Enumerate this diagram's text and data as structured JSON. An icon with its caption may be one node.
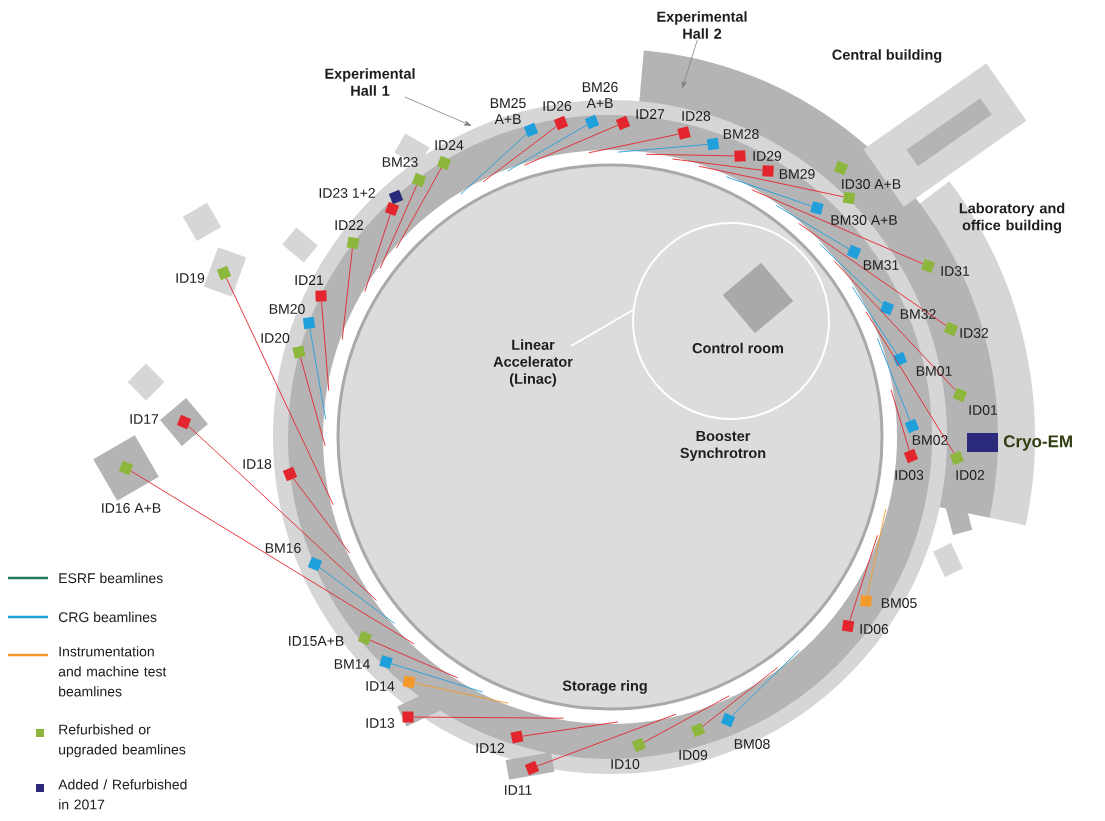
{
  "diagram": {
    "nodes": [
      {
        "text": [
          "Experimental Hall 1"
        ]
      },
      {
        "text": [
          "Experimental Hall 2"
        ]
      },
      {
        "text": [],
        "shape": "box",
        "beside": [
          "ID19"
        ]
      },
      {
        "text": [],
        "shape": "box",
        "beside": [
          "ID21"
        ]
      },
      {
        "text": [],
        "shape": "box",
        "beside": [
          "BM20"
        ]
      },
      {
        "text": [],
        "shape": "box",
        "beside": [
          "ID20"
        ]
      },
      {
        "text": [],
        "shape": "box",
        "beside": [
          "ID22"
        ]
      },
      {
        "text": [],
        "shape": "box",
        "beside": [
          "ID23 1+2"
        ]
      },
      {
        "text": [],
        "shape": "box"
      },
      {
        "text": [],
        "shape": "box",
        "beside": [
          "BM23"
        ]
      },
      {
        "text": [],
        "shape": "box",
        "beside": [
          "ID24"
        ]
      },
      {
        "text": [],
        "shape": "box",
        "beside": [
          "BM25 A+B"
        ]
      },
      {
        "text": [],
        "shape": "box",
        "beside": [
          "ID26"
        ]
      },
      {
        "text": [],
        "shape": "box",
        "beside": [
          "BM26 A+B"
        ]
      },
      {
        "text": [],
        "shape": "box",
        "beside": [
          "ID27"
        ]
      },
      {
        "text": [],
        "shape": "box",
        "beside": [
          "ID28"
        ]
      },
      {
        "text": [],
        "shape": "box",
        "beside": [
          "BM28"
        ]
      },
      {
        "text": [],
        "shape": "box",
        "beside": [
          "ID29"
        ]
      },
      {
        "text": [],
        "shape": "box",
        "beside": [
          "BM29"
        ]
      },
      {
        "text": [],
        "shape": "box",
        "beside": [
          "ID30 A+B"
        ]
      },
      {
        "text": [],
        "shape": "box"
      },
      {
        "text": [],
        "shape": "box",
        "beside": [
          "BM30 A+B"
        ]
      },
      {
        "text": [],
        "shape": "box",
        "beside": [
          "BM31"
        ]
      },
      {
        "text": [],
        "shape": "box",
        "beside": [
          "ID31"
        ]
      },
      {
        "text": [],
        "shape": "box",
        "beside": [
          "BM32"
        ]
      },
      {
        "text": [],
        "shape": "box",
        "beside": [
          "ID32"
        ]
      },
      {
        "text": [],
        "shape": "box",
        "beside": [
          "BM01"
        ]
      },
      {
        "text": [],
        "shape": "box",
        "beside": [
          "ID01"
        ]
      },
      {
        "text": [],
        "shape": "box",
        "beside": [
          "BM02"
        ]
      },
      {
        "text": [],
        "shape": "box",
        "beside": [
          "ID03"
        ]
      },
      {
        "text": [],
        "shape": "box",
        "beside": [
          "ID02"
        ]
      },
      {
        "text": [],
        "shape": "box",
        "beside": [
          "Cryo-EM"
        ]
      },
      {
        "text": [],
        "shape": "box",
        "beside": [
          "BM05"
        ]
      },
      {
        "text": [],
        "shape": "box",
        "beside": [
          "ID06"
        ]
      },
      {
        "text": [],
        "shape": "box",
        "beside": [
          "BM08"
        ]
      },
      {
        "text": [],
        "shape": "box",
        "beside": [
          "ID09"
        ]
      },
      {
        "text": [],
        "shape": "box",
        "beside": [
          "ID10"
        ]
      },
      {
        "text": [],
        "shape": "box",
        "beside": [
          "ID12"
        ]
      },
      {
        "text": [],
        "shape": "box",
        "beside": [
          "ID11"
        ]
      },
      {
        "text": [],
        "shape": "box",
        "beside": [
          "ID13"
        ]
      },
      {
        "text": [],
        "shape": "box",
        "beside": [
          "ID14"
        ]
      },
      {
        "text": [],
        "shape": "box",
        "beside": [
          "BM14"
        ]
      },
      {
        "text": [],
        "shape": "box",
        "beside": [
          "ID15A+B"
        ]
      },
      {
        "text": [],
        "shape": "box",
        "beside": [
          "BM16"
        ]
      },
      {
        "text": [],
        "shape": "box",
        "beside": [
          "ID18"
        ]
      },
      {
        "text": [],
        "shape": "box",
        "beside": [
          "ID17"
        ]
      },
      {
        "text": [],
        "shape": "box",
        "beside": [
          "ID16 A+B"
        ]
      }
    ],
    "edges": [
      {
        "from": 0,
        "to": null,
        "arrow": "to",
        "color": "#808080"
      },
      {
        "from": 1,
        "to": null,
        "arrow": "to",
        "color": "#808080"
      },
      {
        "from": null,
        "to": 2,
        "arrow": "none"
      },
      {
        "from": null,
        "to": 3,
        "arrow": "none"
      },
      {
        "from": null,
        "to": 4,
        "arrow": "none",
        "color": "#1fa0db"
      },
      {
        "from": null,
        "to": 5,
        "arrow": "none"
      },
      {
        "from": null,
        "to": 6,
        "arrow": "none"
      },
      {
        "from": null,
        "to": 8,
        "arrow": "none"
      },
      {
        "from": null,
        "to": 9,
        "arrow": "none"
      },
      {
        "from": null,
        "to": 10,
        "arrow": "none"
      },
      {
        "from": null,
        "to": 11,
        "arrow": "none",
        "color": "#1fa0db"
      },
      {
        "from": null,
        "to": 12,
        "arrow": "none"
      },
      {
        "from": null,
        "to": 13,
        "arrow": "none",
        "color": "#1fa0db"
      },
      {
        "from": null,
        "to": 14,
        "arrow": "none"
      },
      {
        "from": null,
        "to": 15,
        "arrow": "none"
      },
      {
        "from": null,
        "to": 16,
        "arrow": "none",
        "color": "#1fa0db"
      },
      {
        "from": null,
        "to": 17,
        "arrow": "none"
      },
      {
        "from": null,
        "to": 18,
        "arrow": "none"
      },
      {
        "from": null,
        "to": 20,
        "arrow": "none"
      },
      {
        "from": null,
        "to": 21,
        "arrow": "none",
        "color": "#1fa0db"
      },
      {
        "from": null,
        "to": 22,
        "arrow": "none",
        "color": "#1fa0db"
      },
      {
        "from": null,
        "to": 23,
        "arrow": "none"
      },
      {
        "from": null,
        "to": 24,
        "arrow": "none",
        "color": "#1fa0db"
      },
      {
        "from": null,
        "to": 25,
        "arrow": "none"
      },
      {
        "from": null,
        "to": 26,
        "arrow": "none",
        "color": "#1fa0db"
      },
      {
        "from": null,
        "to": 27,
        "arrow": "none"
      },
      {
        "from": null,
        "to": 28,
        "arrow": "none",
        "color": "#1fa0db"
      },
      {
        "from": null,
        "to": 29,
        "arrow": "none"
      },
      {
        "from": null,
        "to": 30,
        "arrow": "none"
      },
      {
        "from": null,
        "to": 32,
        "arrow": "none",
        "color": "#f39a2b"
      },
      {
        "from": null,
        "to": 33,
        "arrow": "none"
      },
      {
        "from": null,
        "to": 34,
        "arrow": "none",
        "color": "#1fa0db"
      },
      {
        "from": null,
        "to": 35,
        "arrow": "none"
      },
      {
        "from": null,
        "to": 36,
        "arrow": "none"
      },
      {
        "from": null,
        "to": 37,
        "arrow": "none"
      },
      {
        "from": null,
        "to": 38,
        "arrow": "none"
      },
      {
        "from": null,
        "to": 39,
        "arrow": "none"
      },
      {
        "from": null,
        "to": 40,
        "arrow": "none",
        "color": "#f39a2b"
      },
      {
        "from": null,
        "to": 41,
        "arrow": "none",
        "color": "#1fa0db"
      },
      {
        "from": null,
        "to": 42,
        "arrow": "none"
      },
      {
        "from": null,
        "to": 43,
        "arrow": "none",
        "color": "#1fa0db"
      },
      {
        "from": null,
        "to": 44,
        "arrow": "none"
      },
      {
        "from": null,
        "to": 45,
        "arrow": "none"
      },
      {
        "from": null,
        "to": 46,
        "arrow": "none"
      }
    ],
    "labels": [
      "Central building",
      "Laboratory and office building",
      "Linear Accelerator (Linac)",
      "Control room",
      "Booster Synchrotron",
      "Storage ring"
    ],
    "legend": [
      {
        "text": "ESRF beamlines"
      },
      {
        "text": "CRG beamlines"
      },
      {
        "text": "Instrumentation and machine test beamlines"
      },
      {
        "text": "Refurbished or upgraded beamlines",
        "color": "#8cb63c"
      },
      {
        "text": "Added / Refurbished in 2017",
        "color": "#2b2a7a"
      }
    ]
  }
}
